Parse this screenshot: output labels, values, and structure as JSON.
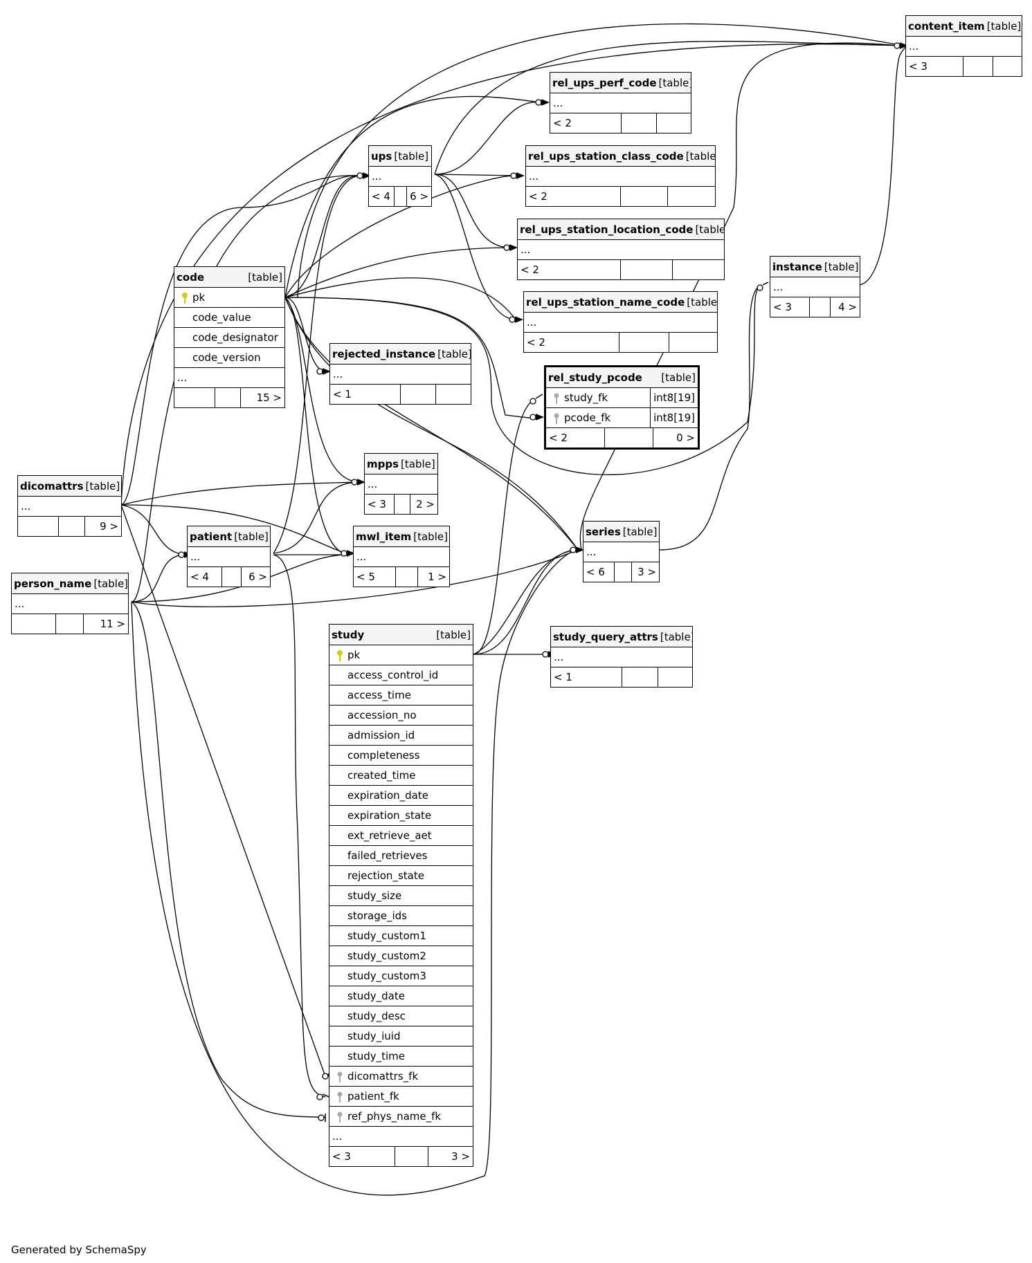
{
  "credit": "Generated by SchemaSpy",
  "type_label": "[table]",
  "ellipsis": "...",
  "tables": {
    "content_item": {
      "name": "content_item",
      "footer": {
        "parents": "< 3",
        "children": ""
      }
    },
    "rel_ups_perf_code": {
      "name": "rel_ups_perf_code",
      "footer": {
        "parents": "< 2",
        "children": ""
      }
    },
    "ups": {
      "name": "ups",
      "footer": {
        "parents": "< 4",
        "children": "6 >"
      }
    },
    "rel_ups_station_class_code": {
      "name": "rel_ups_station_class_code",
      "footer": {
        "parents": "< 2",
        "children": ""
      }
    },
    "rel_ups_station_location_code": {
      "name": "rel_ups_station_location_code",
      "footer": {
        "parents": "< 2",
        "children": ""
      }
    },
    "instance": {
      "name": "instance",
      "footer": {
        "parents": "< 3",
        "children": "4 >"
      }
    },
    "code": {
      "name": "code",
      "columns": [
        "pk",
        "code_value",
        "code_designator",
        "code_version"
      ],
      "footer": {
        "parents": "",
        "children": "15 >"
      }
    },
    "rel_ups_station_name_code": {
      "name": "rel_ups_station_name_code",
      "footer": {
        "parents": "< 2",
        "children": ""
      }
    },
    "rejected_instance": {
      "name": "rejected_instance",
      "footer": {
        "parents": "< 1",
        "children": ""
      }
    },
    "rel_study_pcode": {
      "name": "rel_study_pcode",
      "columns": [
        {
          "name": "study_fk",
          "type": "int8[19]"
        },
        {
          "name": "pcode_fk",
          "type": "int8[19]"
        }
      ],
      "footer": {
        "parents": "< 2",
        "children": "0 >"
      }
    },
    "mpps": {
      "name": "mpps",
      "footer": {
        "parents": "< 3",
        "children": "2 >"
      }
    },
    "dicomattrs": {
      "name": "dicomattrs",
      "footer": {
        "parents": "",
        "children": "9 >"
      }
    },
    "series": {
      "name": "series",
      "footer": {
        "parents": "< 6",
        "children": "3 >"
      }
    },
    "patient": {
      "name": "patient",
      "footer": {
        "parents": "< 4",
        "children": "6 >"
      }
    },
    "mwl_item": {
      "name": "mwl_item",
      "footer": {
        "parents": "< 5",
        "children": "1 >"
      }
    },
    "person_name": {
      "name": "person_name",
      "footer": {
        "parents": "",
        "children": "11 >"
      }
    },
    "study": {
      "name": "study",
      "columns": [
        "pk",
        "access_control_id",
        "access_time",
        "accession_no",
        "admission_id",
        "completeness",
        "created_time",
        "expiration_date",
        "expiration_state",
        "ext_retrieve_aet",
        "failed_retrieves",
        "rejection_state",
        "study_size",
        "storage_ids",
        "study_custom1",
        "study_custom2",
        "study_custom3",
        "study_date",
        "study_desc",
        "study_iuid",
        "study_time",
        "dicomattrs_fk",
        "patient_fk",
        "ref_phys_name_fk"
      ],
      "footer": {
        "parents": "< 3",
        "children": "3 >"
      }
    },
    "study_query_attrs": {
      "name": "study_query_attrs",
      "footer": {
        "parents": "< 1",
        "children": ""
      }
    }
  },
  "colors": {
    "primary_key": "#d4cc00",
    "foreign_key": "#aaaaaa",
    "header_bg": "#f4f4f4"
  }
}
